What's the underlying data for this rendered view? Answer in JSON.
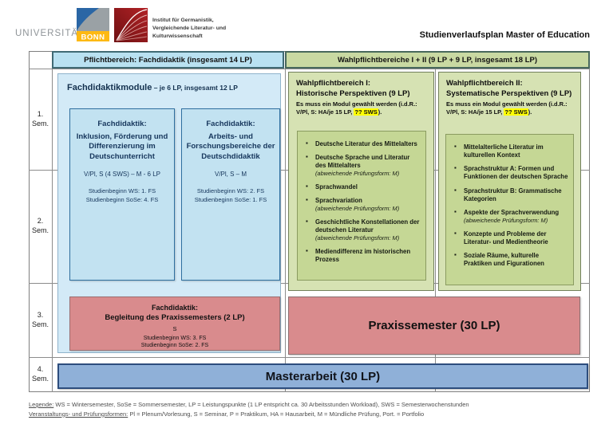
{
  "colors": {
    "pflicht_header_bg": "#b9e1f1",
    "wahl_header_bg": "#c9d9a2",
    "module_bg": "#c2e2f1",
    "module_border": "#2f6f9f",
    "green_inner_bg": "#c5d795",
    "pink_bg": "#d98b8d",
    "masterarbeit_bg": "#8fb0d8",
    "highlight": "#ffff00",
    "bonn_yellow": "#fdb913",
    "bonn_blue": "#2a66a5",
    "institute_red": "#9e1b1f"
  },
  "header": {
    "university": "UNIVERSITÄT",
    "university_city": "BONN",
    "institute_line1": "Institut für Germanistik,",
    "institute_line2": "Vergleichende Literatur- und",
    "institute_line3": "Kulturwissenschaft",
    "title": "Studienverlaufsplan Master of Education"
  },
  "table": {
    "semesters": [
      {
        "num": "1.",
        "label": "Sem."
      },
      {
        "num": "2.",
        "label": "Sem."
      },
      {
        "num": "3.",
        "label": "Sem."
      },
      {
        "num": "4.",
        "label": "Sem."
      }
    ],
    "pflicht": {
      "header": "Pflichtbereich: Fachdidaktik (insgesamt 14 LP)",
      "panel_title": "Fachdidaktikmodule",
      "panel_title_suffix": " – je 6 LP, insgesamt 12 LP",
      "modules": [
        {
          "heading": "Fachdidaktik:",
          "title": "Inklusion, Förderung und Differenzierung im Deutschunterricht",
          "form": "V/Pl, S (4 SWS) – M - 6 LP",
          "start_ws": "Studienbeginn WS: 1. FS",
          "start_sose": "Studienbeginn SoSe: 4. FS"
        },
        {
          "heading": "Fachdidaktik:",
          "title": "Arbeits- und Forschungsbereiche der Deutschdidaktik",
          "form": "V/Pl, S – M",
          "start_ws": "Studienbeginn WS: 2. FS",
          "start_sose": "Studienbeginn SoSe: 1. FS"
        }
      ],
      "begleitung": {
        "heading": "Fachdidaktik:",
        "title": "Begleitung des Praxissemesters (2 LP)",
        "form": "S",
        "start_ws": "Studienbeginn WS: 3. FS",
        "start_sose": "Studienbeginn SoSe: 2. FS"
      }
    },
    "wahl": {
      "header": "Wahlpflichtbereiche I + II (9 LP + 9 LP, insgesamt 18 LP)",
      "bereich1": {
        "title1": "Wahlpflichtbereich I:",
        "title2": "Historische Perspektiven (9 LP)",
        "subtitle_pre": "Es muss ein Modul gewählt werden (i.d.R.: V/Pl, S: HA/je 15 LP, ",
        "subtitle_highlight": "?? SWS",
        "subtitle_post": ").",
        "items": [
          {
            "text": "Deutsche Literatur des Mittelalters",
            "note": ""
          },
          {
            "text": "Deutsche Sprache und Literatur des Mittelalters",
            "note": "(abweichende Prüfungsform: M)"
          },
          {
            "text": "Sprachwandel",
            "note": ""
          },
          {
            "text": "Sprachvariation",
            "note": "(abweichende Prüfungsform: M)"
          },
          {
            "text": "Geschichtliche Konstellationen der deutschen Literatur",
            "note": "(abweichende Prüfungsform: M)"
          },
          {
            "text": "Mediendifferenz im historischen Prozess",
            "note": ""
          }
        ]
      },
      "bereich2": {
        "title1": "Wahlpflichtbereich II:",
        "title2": "Systematische Perspektiven (9 LP)",
        "subtitle_pre": "Es muss ein Modul gewählt werden (i.d.R.: V/Pl, S: HA/je 15 LP, ",
        "subtitle_highlight": "?? SWS",
        "subtitle_post": ").",
        "items": [
          {
            "text": "Mittelalterliche Literatur im kulturellen Kontext",
            "note": ""
          },
          {
            "text": "Sprachstruktur A: Formen und Funktionen der deutschen Sprache",
            "note": ""
          },
          {
            "text": "Sprachstruktur B: Grammatische Kategorien",
            "note": ""
          },
          {
            "text": "Aspekte der Sprachverwendung",
            "note": "(abweichende Prüfungsform: M)"
          },
          {
            "text": "Konzepte und Probleme der Literatur- und Medientheorie",
            "note": ""
          },
          {
            "text": "Soziale Räume, kulturelle Praktiken und Figurationen",
            "note": ""
          }
        ]
      }
    },
    "praxissemester": "Praxissemester (30 LP)",
    "masterarbeit": "Masterarbeit (30 LP)"
  },
  "legend": {
    "line1_lead": "Legende:",
    "line1_rest": " WS = Wintersemester, SoSe = Sommersemester, LP = Leistungspunkte (1 LP entspricht ca. 30 Arbeitsstunden Workload), SWS = Semesterwochenstunden",
    "line2_lead": "Veranstaltungs- und Prüfungsformen:",
    "line2_rest": " Pl = Plenum/Vorlesung, S = Seminar, P = Praktikum, HA = Hausarbeit, M = Mündliche Prüfung, Port. = Portfolio"
  }
}
